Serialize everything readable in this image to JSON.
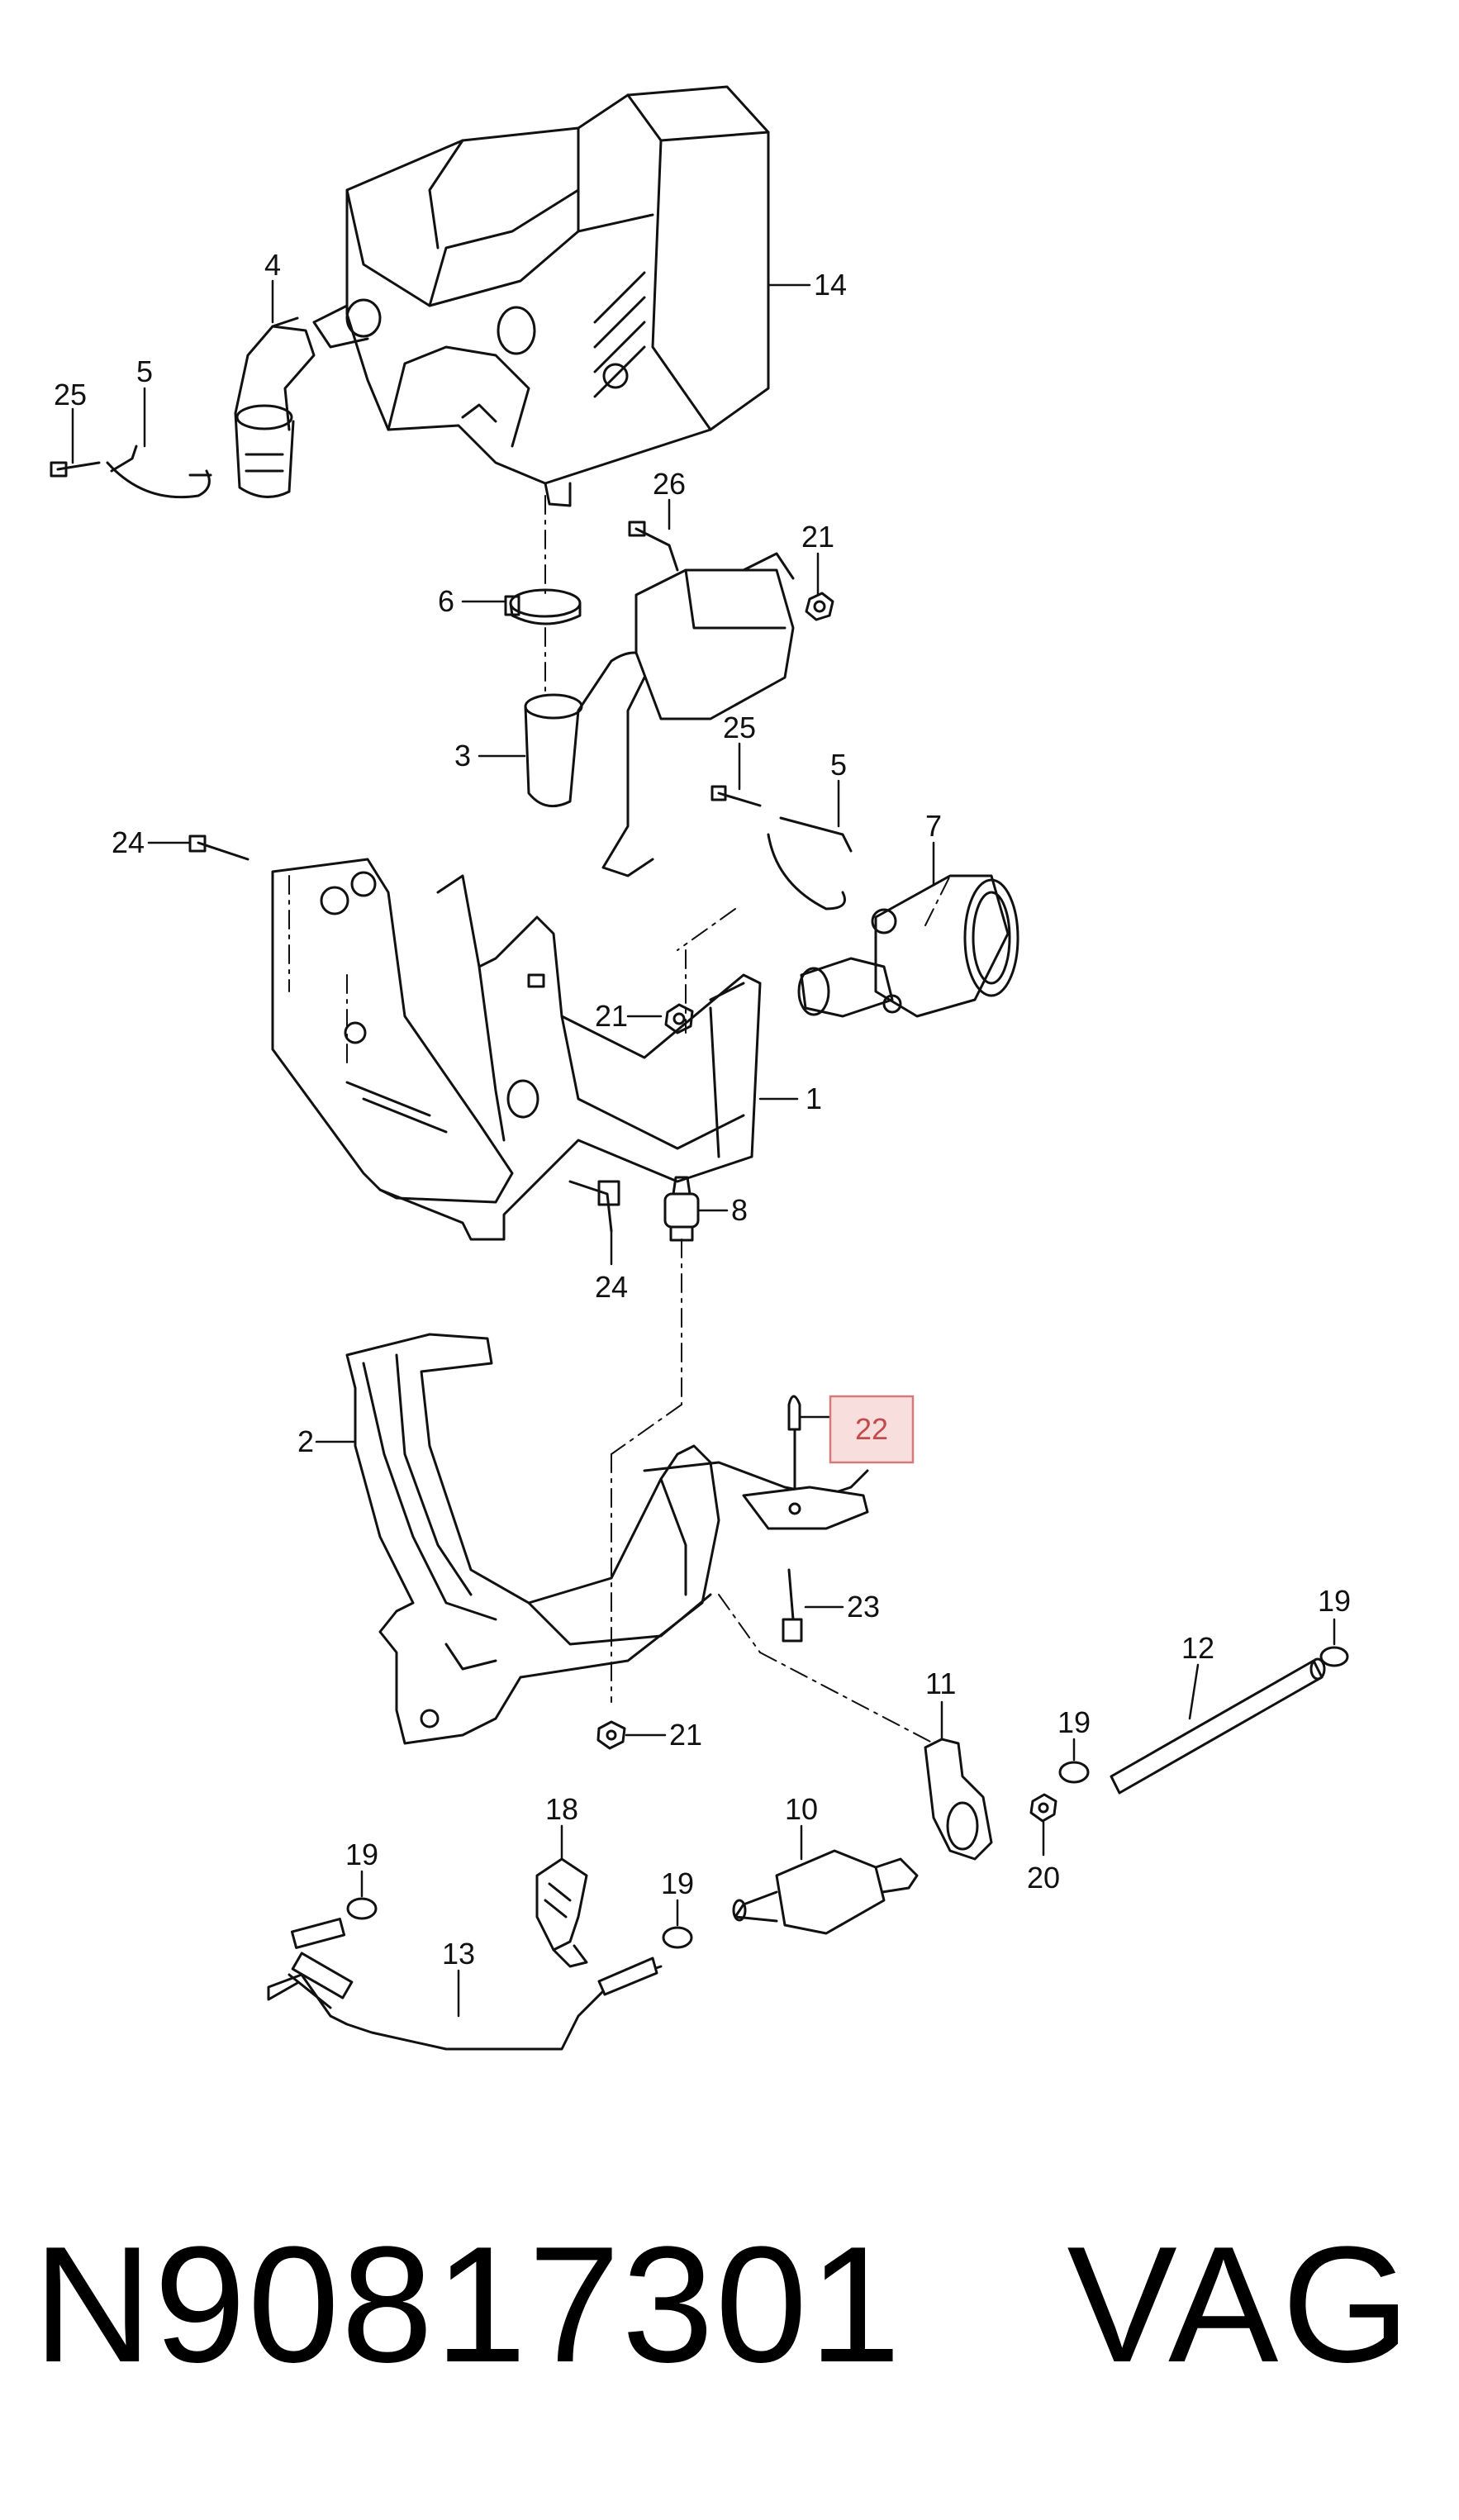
{
  "diagram": {
    "callouts": {
      "c14": "14",
      "c4": "4",
      "c5a": "5",
      "c25a": "25",
      "c26": "26",
      "c21a": "21",
      "c6": "6",
      "c3": "3",
      "c25b": "25",
      "c5b": "5",
      "c7": "7",
      "c24a": "24",
      "c21b": "21",
      "c1": "1",
      "c8": "8",
      "c24b": "24",
      "c2": "2",
      "c22": "22",
      "c23": "23",
      "c21c": "21",
      "c19a": "19",
      "c12": "12",
      "c11": "11",
      "c19b": "19",
      "c10": "10",
      "c20": "20",
      "c18": "18",
      "c19c": "19",
      "c19d": "19",
      "c13": "13"
    },
    "highlighted_callout": "22",
    "highlight_color": "#f9dede",
    "highlight_border": "#d47a7a"
  },
  "footer": {
    "part_number": "N90817301",
    "brand": "VAG"
  }
}
